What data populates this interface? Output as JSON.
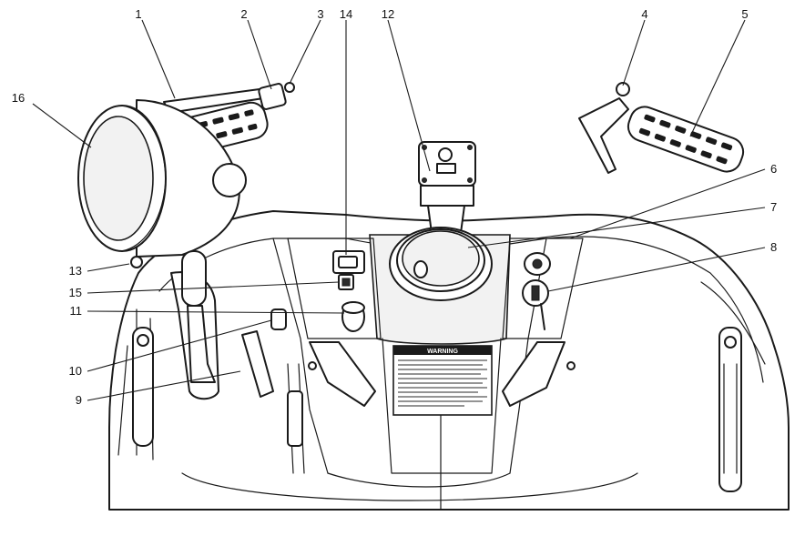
{
  "callouts": [
    {
      "id": "1",
      "label": "1"
    },
    {
      "id": "2",
      "label": "2"
    },
    {
      "id": "3",
      "label": "3"
    },
    {
      "id": "4",
      "label": "4"
    },
    {
      "id": "5",
      "label": "5"
    },
    {
      "id": "6",
      "label": "6"
    },
    {
      "id": "7",
      "label": "7"
    },
    {
      "id": "8",
      "label": "8"
    },
    {
      "id": "9",
      "label": "9"
    },
    {
      "id": "10",
      "label": "10"
    },
    {
      "id": "11",
      "label": "11"
    },
    {
      "id": "12",
      "label": "12"
    },
    {
      "id": "13",
      "label": "13"
    },
    {
      "id": "14",
      "label": "14"
    },
    {
      "id": "15",
      "label": "15"
    },
    {
      "id": "16",
      "label": "16"
    }
  ],
  "warning_label": {
    "title": "WARNING"
  },
  "colors": {
    "line": "#1a1a1a",
    "background": "#ffffff"
  }
}
